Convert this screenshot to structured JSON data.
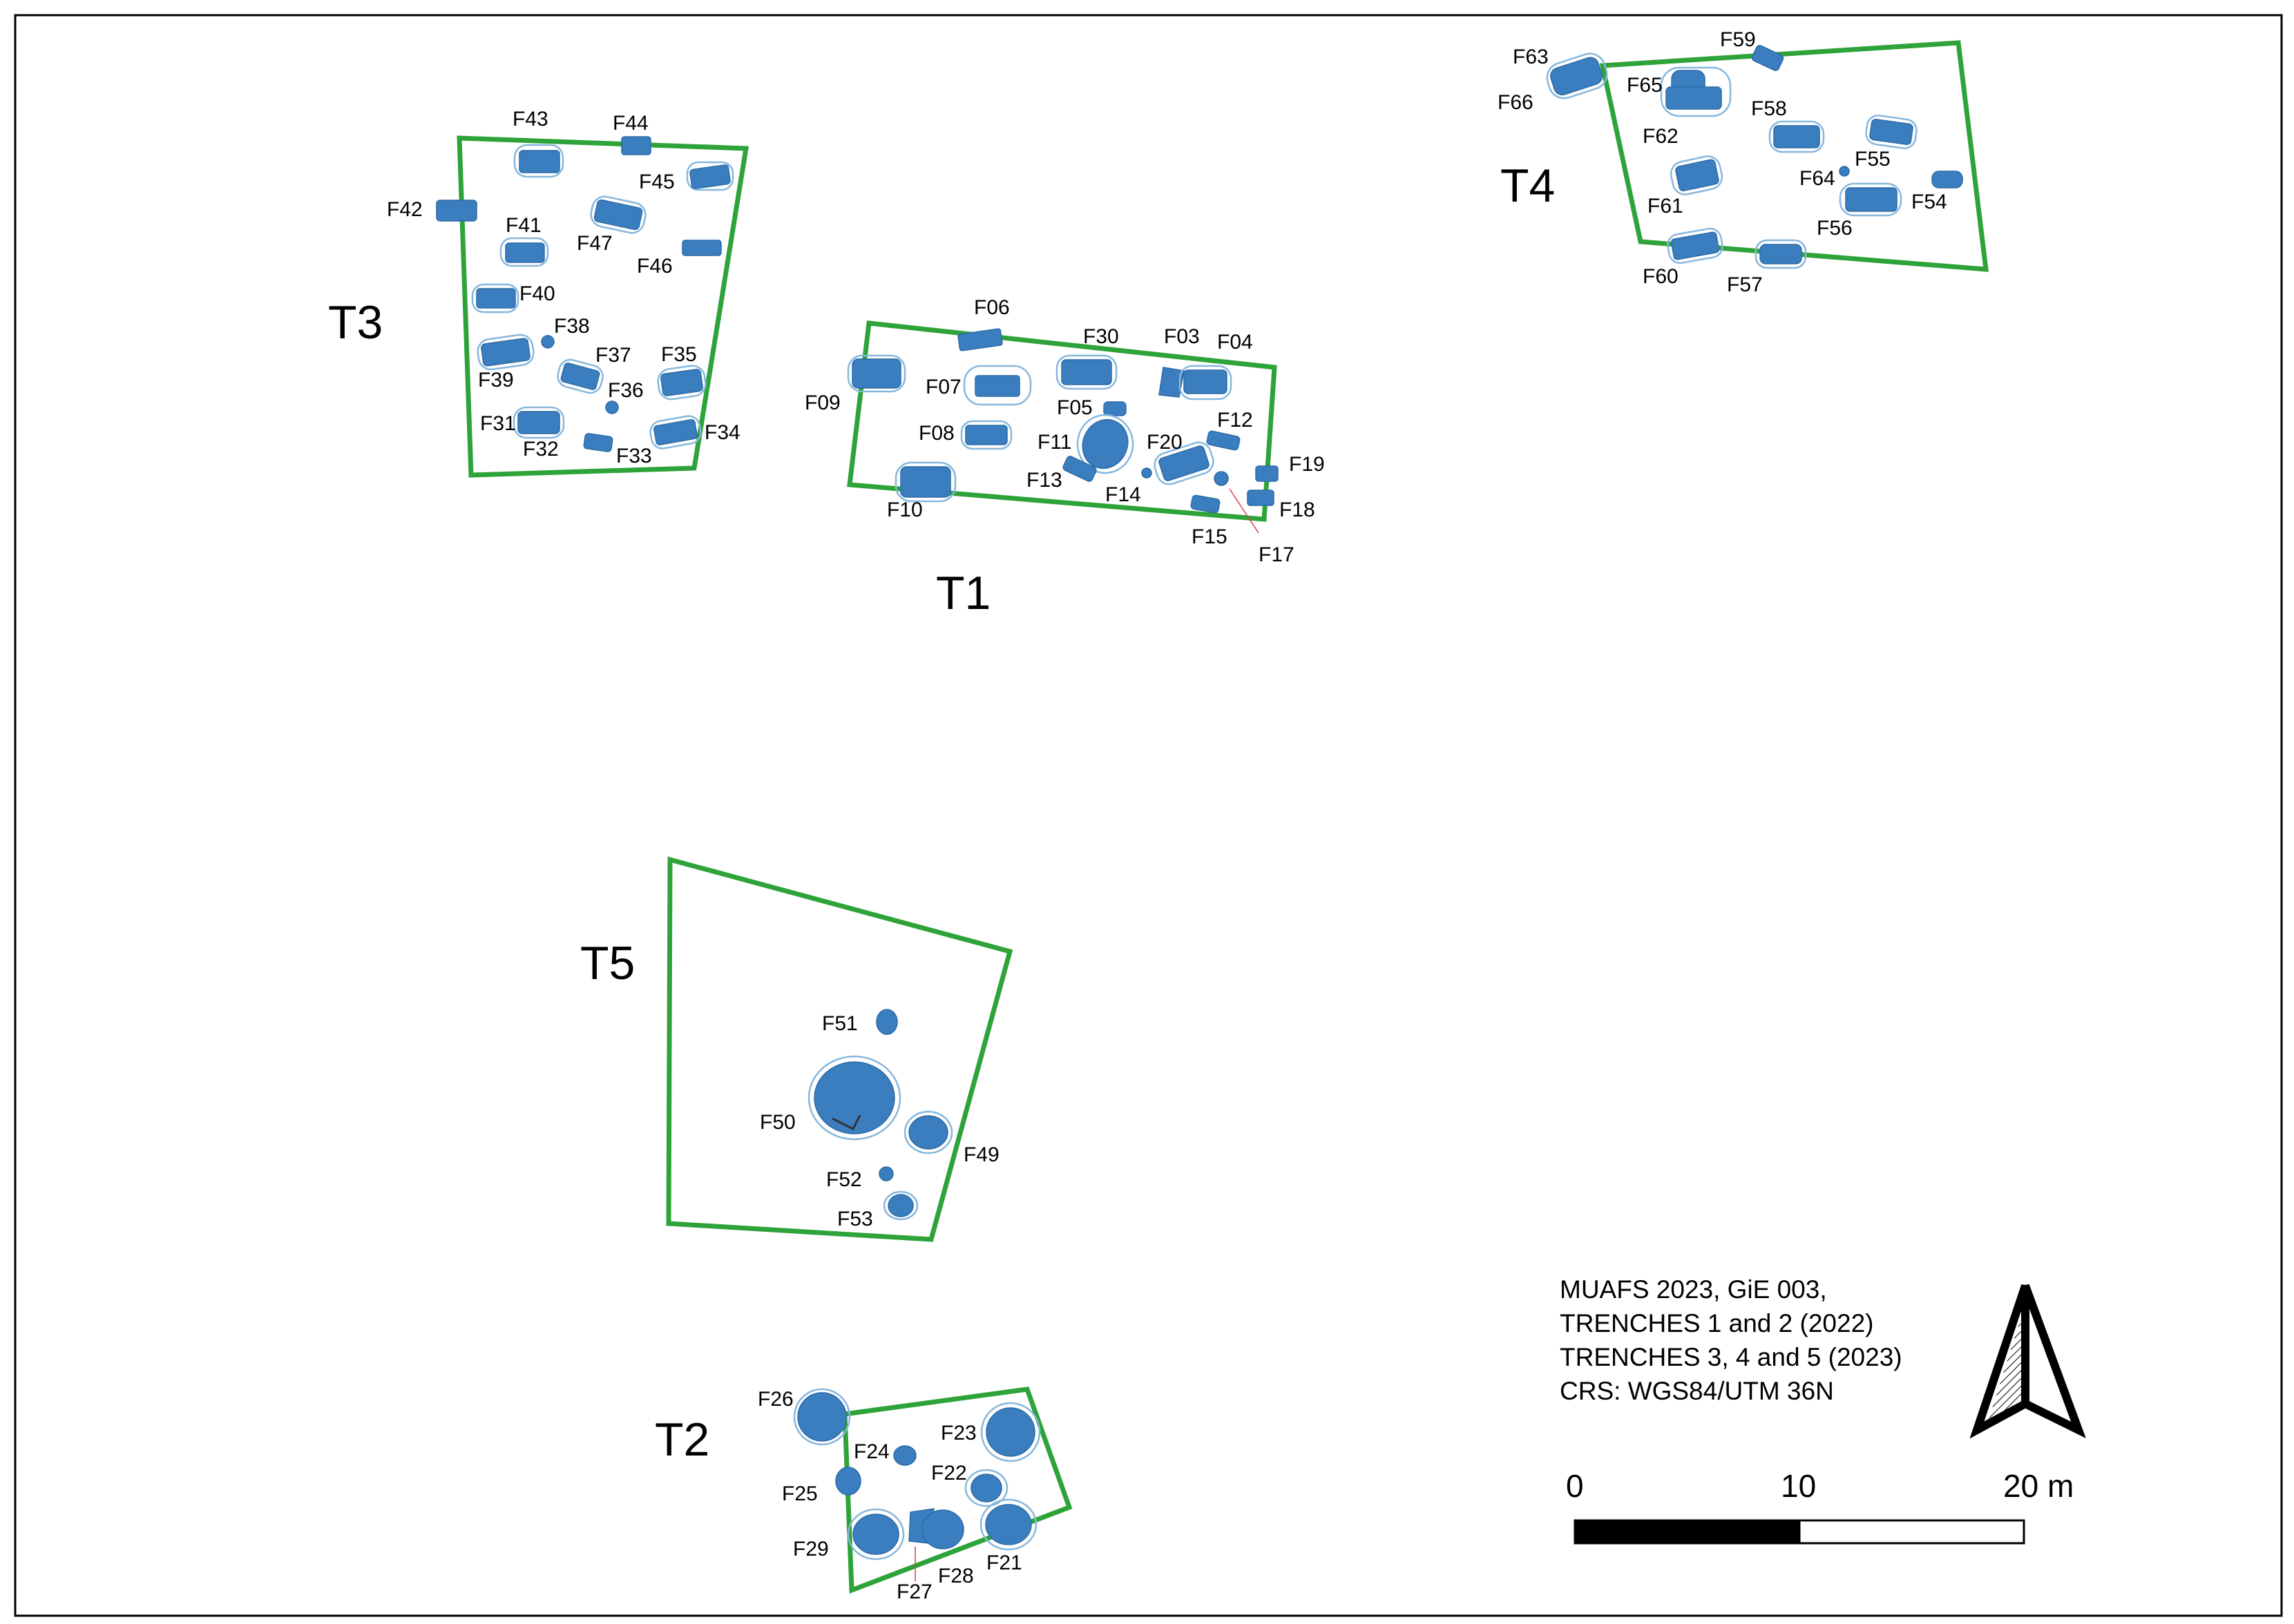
{
  "trenches": [
    {
      "id": "T1",
      "label": "T1"
    },
    {
      "id": "T2",
      "label": "T2"
    },
    {
      "id": "T3",
      "label": "T3"
    },
    {
      "id": "T4",
      "label": "T4"
    },
    {
      "id": "T5",
      "label": "T5"
    }
  ],
  "features": [
    "F03",
    "F04",
    "F05",
    "F06",
    "F07",
    "F08",
    "F09",
    "F10",
    "F11",
    "F12",
    "F13",
    "F14",
    "F15",
    "F17",
    "F18",
    "F19",
    "F20",
    "F21",
    "F22",
    "F23",
    "F24",
    "F25",
    "F26",
    "F27",
    "F28",
    "F29",
    "F30",
    "F31",
    "F32",
    "F33",
    "F34",
    "F35",
    "F36",
    "F37",
    "F38",
    "F39",
    "F40",
    "F41",
    "F42",
    "F43",
    "F44",
    "F45",
    "F46",
    "F47",
    "F49",
    "F50",
    "F51",
    "F52",
    "F53",
    "F54",
    "F55",
    "F56",
    "F57",
    "F58",
    "F59",
    "F60",
    "F61",
    "F62",
    "F63",
    "F64",
    "F65",
    "F66"
  ],
  "info": {
    "line1": "MUAFS 2023,  GiE 003,",
    "line2": "TRENCHES 1 and 2 (2022)",
    "line3": "TRENCHES 3,  4 and 5 (2023)",
    "line4": "CRS: WGS84/UTM 36N"
  },
  "scale_bar": {
    "ticks": [
      "0",
      "10",
      "20 m"
    ]
  },
  "north_arrow": {
    "icon": "north-arrow-icon"
  },
  "colors": {
    "trench_outline": "#2ea33a",
    "feature_fill": "#3a7ebf",
    "feature_halo": "#86b7dd"
  }
}
